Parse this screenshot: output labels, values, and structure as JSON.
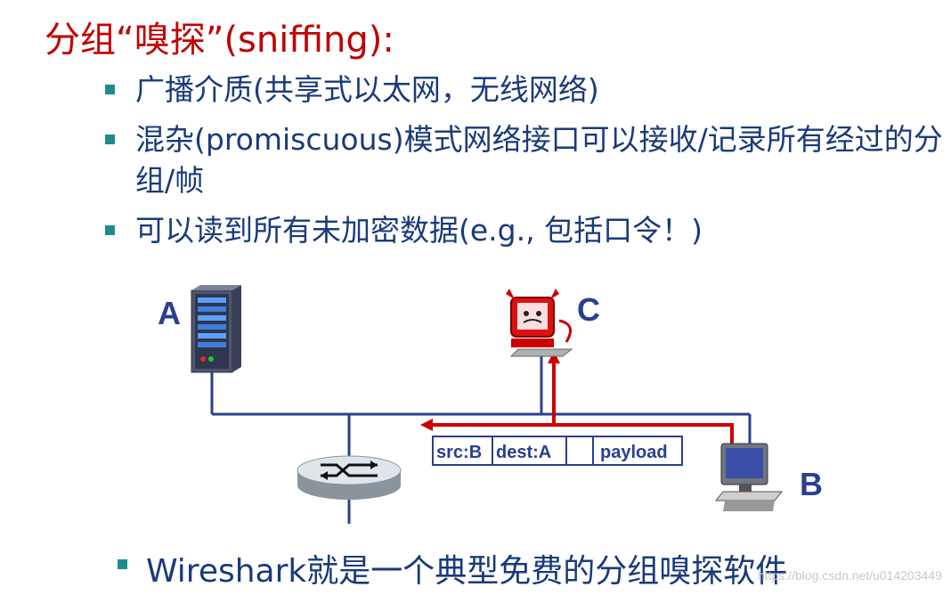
{
  "title": "分组“嗅探”(sniffing):",
  "bullets": [
    "广播介质(共享式以太网，无线网络)",
    "混杂(promiscuous)模式网络接口可以接收/记录所有经过的分组/帧",
    "可以读到所有未加密数据(e.g., 包括口令！)"
  ],
  "diagram": {
    "host_a_label": "A",
    "host_b_label": "B",
    "host_c_label": "C",
    "frame": {
      "src": "src:B",
      "dest": "dest:A",
      "empty": "",
      "payload": "payload"
    },
    "colors": {
      "link": "#2a3f8f",
      "sniff_path": "#cc0000",
      "label": "#2a3f8f"
    }
  },
  "bottom_bullet": "Wireshark就是一个典型免费的分组嗅探软件",
  "watermark": "https://blog.csdn.net/u014203449"
}
